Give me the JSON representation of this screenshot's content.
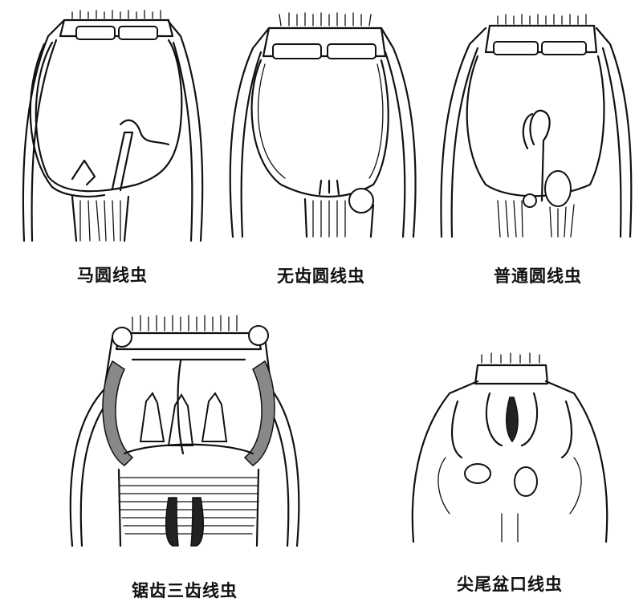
{
  "captions": {
    "strongylus_equinus": "马圆线虫",
    "strongylus_edentatus": "无齿圆线虫",
    "strongylus_vulgaris": "普通圆线虫",
    "triodontophorus_serratus": "锯齿三齿线虫",
    "oesophagodontus_robustus": "尖尾盆口线虫"
  }
}
